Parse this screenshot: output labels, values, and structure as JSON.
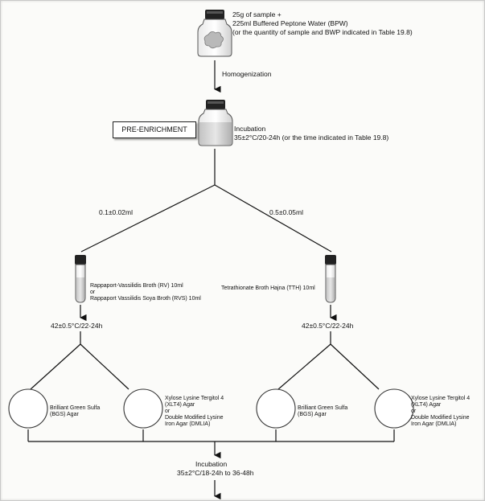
{
  "sample": {
    "lines": [
      "25g of sample +",
      "225ml Buffered Peptone Water (BPW)",
      "(or the quantity of sample and BWP indicated in Table 19.8)"
    ]
  },
  "step_homogenization": "Homogenization",
  "pre_enrichment": {
    "label": "PRE-ENRICHMENT",
    "incubation_title": "Incubation",
    "incubation_detail": "35±2°C/20-24h (or the time indicated in Table 19.8)"
  },
  "split": {
    "left_volume": "0.1±0.02ml",
    "right_volume": "0.5±0.05ml"
  },
  "enrichment": {
    "left_broth_lines": [
      "Rappaport-Vassilidis Broth (RV) 10ml",
      "or",
      "Rappaport Vassilidis Soya Broth (RVS) 10ml"
    ],
    "right_broth": "Tetrathionate Broth Hajna (TTH) 10ml",
    "left_condition": "42±0.5°C/22-24h",
    "right_condition": "42±0.5°C/22-24h"
  },
  "plating": {
    "bgs_lines": [
      "Brilliant Green Sulfa",
      "(BGS) Agar"
    ],
    "xlt4_lines": [
      "Xylose Lysine Tergitol 4",
      "(XLT4) Agar",
      "or",
      "Double Modified Lysine",
      "Iron Agar (DMLIA)"
    ]
  },
  "final_incubation": {
    "title": "Incubation",
    "detail": "35±2°C/18-24h to 36-48h"
  }
}
